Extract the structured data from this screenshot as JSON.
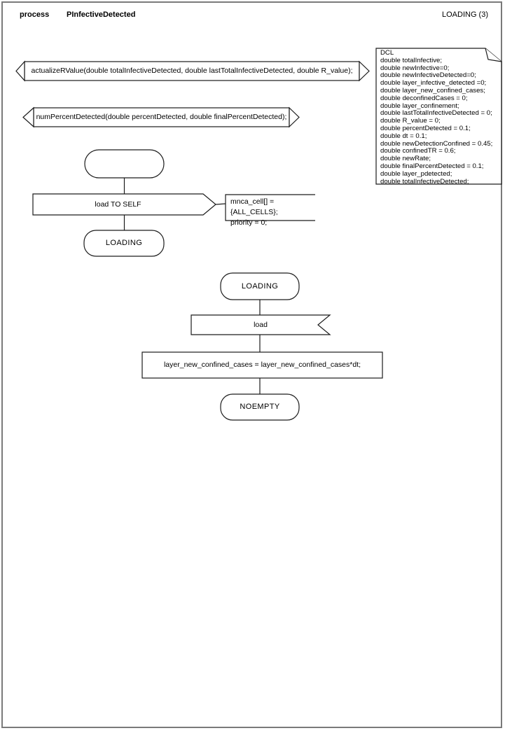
{
  "header": {
    "kind_label": "process",
    "process_name": "PInfectiveDetected",
    "state_indicator": "LOADING (3)"
  },
  "procedures": {
    "actualize_r_value": "actualizeRValue(double totalInfectiveDetected, double lastTotalInfectiveDetected, double R_value);",
    "num_percent_detected": "numPercentDetected(double percentDetected, double finalPercentDetected);"
  },
  "dcl_box": {
    "lines": [
      "DCL",
      "double totalInfective;",
      "double newInfective=0;",
      "double newInfectiveDetected=0;",
      "double layer_infective_detected =0;",
      "double layer_new_confined_cases;",
      "double deconfinedCases = 0;",
      "double layer_confinement;",
      "double lastTotalInfectiveDetected = 0;",
      "double R_value = 0;",
      "double percentDetected = 0.1;",
      "double dt = 0.1;",
      "double newDetectionConfined = 0.45;",
      "double confinedTR = 0.6;",
      "double newRate;",
      "double finalPercentDetected = 0.1;",
      "double layer_pdetected;",
      "double totalInfectiveDetected;"
    ]
  },
  "init_flow": {
    "output_label": "load TO SELF",
    "comment_lines": [
      "mnca_cell[] = {ALL_CELLS};",
      "priority = 0;"
    ],
    "next_state": "LOADING"
  },
  "loading_flow": {
    "state": "LOADING",
    "input_label": "load",
    "task": "layer_new_confined_cases = layer_new_confined_cases*dt;",
    "next_state": "NOEMPTY"
  },
  "colors": {
    "page_border": "#7a7a7a",
    "shape_stroke": "#1c1c1c",
    "shape_fill": "#ffffff"
  }
}
